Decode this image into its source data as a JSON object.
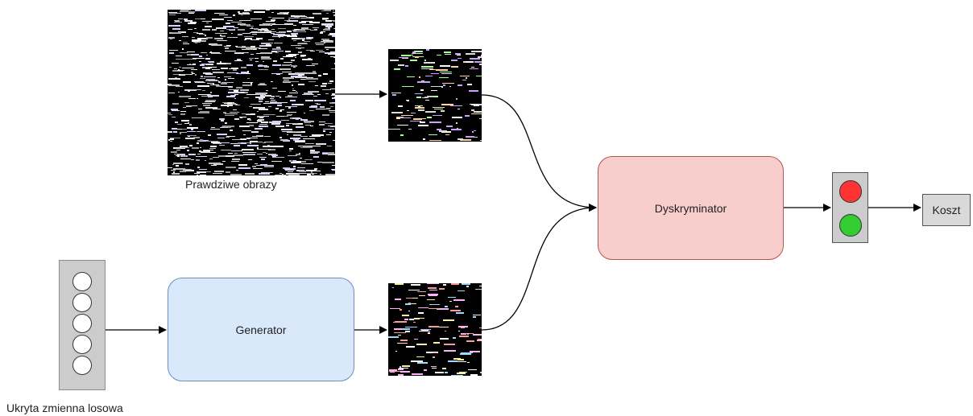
{
  "nodes": {
    "real_images_caption": "Prawdziwe obrazy",
    "generator": "Generator",
    "discriminator": "Dyskryminator",
    "cost": "Koszt",
    "latent_caption": "Ukryta zmienna losowa"
  },
  "colors": {
    "generator_fill": "#dae8fc",
    "generator_border": "#6c8ebf",
    "discriminator_fill": "#f8cecc",
    "discriminator_border": "#b85450",
    "lamp_red": "#ff3333",
    "lamp_green": "#33cc33",
    "edge": "#000000"
  }
}
